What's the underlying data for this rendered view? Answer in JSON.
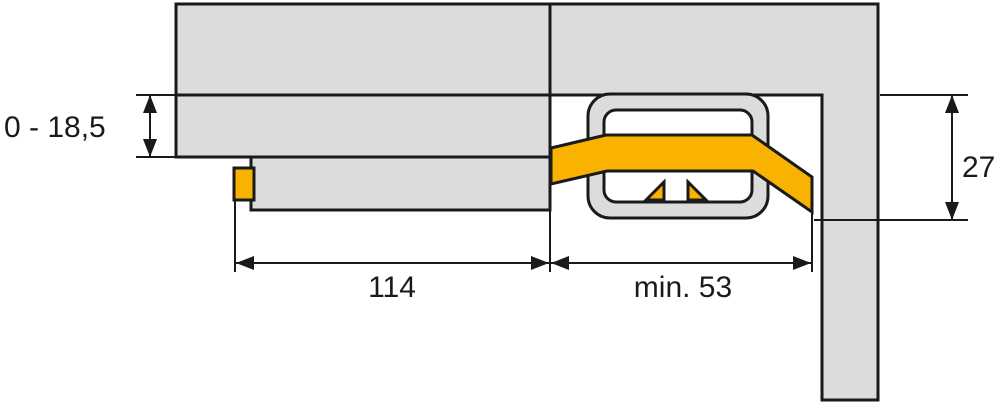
{
  "diagram": {
    "labels": {
      "gap_range": "0 - 18,5",
      "length_left": "114",
      "length_right": "min. 53",
      "height_right": "27"
    },
    "colors": {
      "outline": "#1a1a1a",
      "panel_fill": "#dcdcdc",
      "accent_yellow": "#f9b200",
      "inner_fill": "#ffffff",
      "background": "#ffffff"
    }
  }
}
